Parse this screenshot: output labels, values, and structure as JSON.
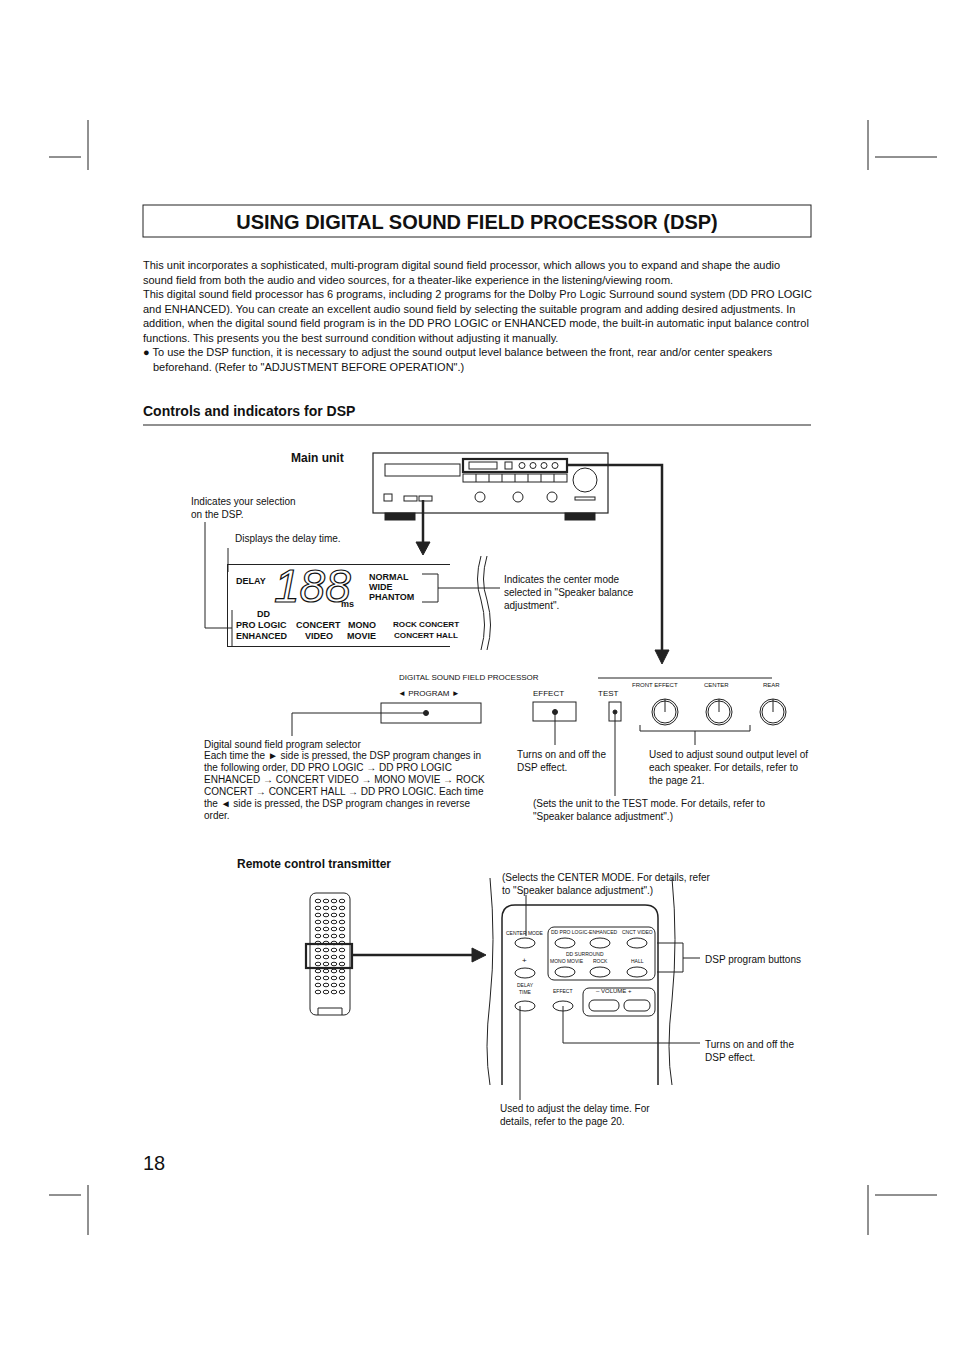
{
  "diagram": {
    "title": "USING DIGITAL SOUND FIELD PROCESSOR (DSP)",
    "nodes": [
      {
        "text": [
          "DELAY",
          "188",
          "ms",
          "NORMAL",
          "WIDE",
          "PHANTOM",
          "DD",
          "PRO LOGIC",
          "CONCERT",
          "MONO",
          "ROCK CONCERT",
          "ENHANCED",
          "VIDEO",
          "MOVIE",
          "CONCERT HALL"
        ]
      }
    ],
    "labels": [
      "This unit incorporates a sophisticated, multi-program digital sound field processor, which allows you to expand and shape the audio sound field from both the audio and video sources, for a theater-like experience in the listening/viewing room.",
      "This digital sound field processor has 6 programs, including 2 programs for the Dolby Pro Logic Surround sound system (DD PRO LOGIC and ENHANCED). You can create an excellent audio sound field by selecting the suitable program and adding desired adjustments. In addition, when the digital sound field program is in the DD PRO LOGIC or ENHANCED mode, the built-in automatic input balance control functions. This presents you the best surround condition without adjusting it manually.",
      "● To use the DSP function, it is necessary to adjust the sound output level balance between the front, rear and/or center speakers beforehand. (Refer to \"ADJUSTMENT BEFORE OPERATION\".)",
      "Controls and indicators for DSP",
      "Main unit",
      "Indicates your selection on the DSP.",
      "Displays the delay time.",
      "Indicates the center mode selected in \"Speaker balance adjustment\".",
      "DIGITAL SOUND FIELD PROCESSOR",
      "◄ PROGRAM ►",
      "EFFECT",
      "TEST",
      "FRONT EFFECT",
      "CENTER",
      "REAR",
      "Digital sound field program selector",
      "Each time the ► side is pressed, the DSP program changes in the following order, DD PRO LOGIC → DD PRO LOGIC ENHANCED → CONCERT VIDEO → MONO MOVIE → ROCK CONCERT → CONCERT HALL → DD PRO LOGIC. Each time the ◄ side is pressed, the DSP program changes in reverse order.",
      "Turns on and off the DSP effect.",
      "Used to adjust sound output level of each speaker. For details, refer to the page 21.",
      "(Sets the unit to the TEST mode. For details, refer to \"Speaker balance adjustment\".)",
      "Remote control transmitter",
      "(Selects the CENTER MODE. For details, refer to \"Speaker balance adjustment\".)",
      "CENTER MODE",
      "DD PRO LOGIC-ENHANCED",
      "CNCT VIDEO",
      "DD SURROUND",
      "MONO MOVIE",
      "ROCK",
      "HALL",
      "+",
      "DELAY TIME",
      "EFFECT",
      "– VOLUME +",
      "DSP program buttons",
      "Turns on and off the DSP effect.",
      "Used to adjust the delay time. For details, refer to the page 20.",
      "18"
    ]
  }
}
